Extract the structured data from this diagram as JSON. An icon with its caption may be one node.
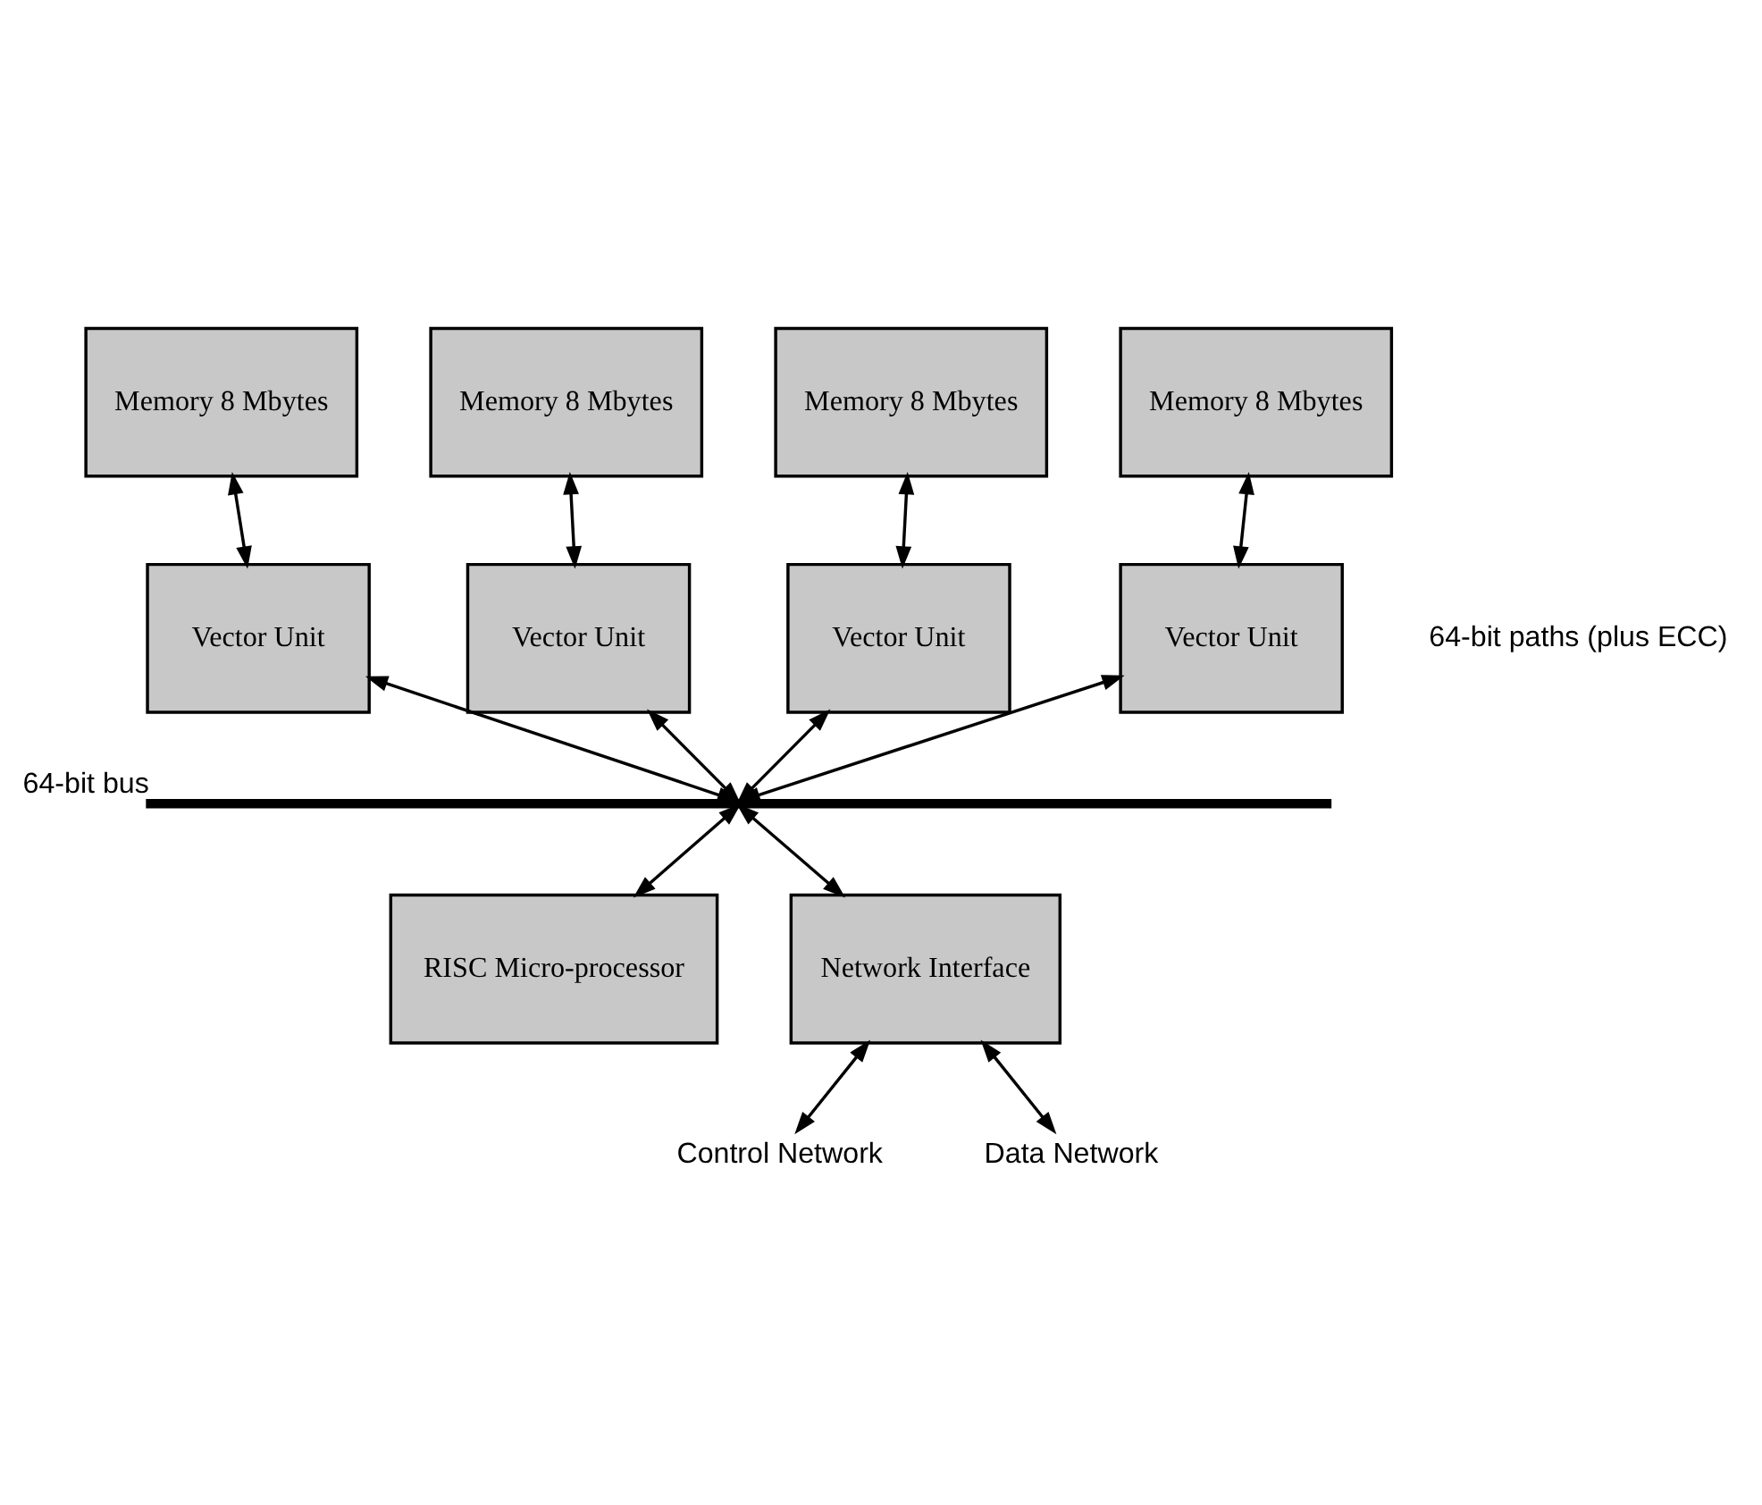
{
  "diagram": {
    "nodes": [
      {
        "text": [
          "Memory 8 Mbytes"
        ]
      },
      {
        "text": [
          "Memory 8 Mbytes"
        ]
      },
      {
        "text": [
          "Memory 8 Mbytes"
        ]
      },
      {
        "text": [
          "Memory 8 Mbytes"
        ]
      },
      {
        "text": [
          "Vector Unit"
        ]
      },
      {
        "text": [
          "Vector Unit"
        ]
      },
      {
        "text": [
          "Vector Unit"
        ]
      },
      {
        "text": [
          "Vector Unit"
        ]
      },
      {
        "text": [],
        "shape": "bar",
        "beside": [
          "64-bit bus"
        ]
      },
      {
        "text": [
          "RISC Micro-processor"
        ]
      },
      {
        "text": [
          "Network Interface"
        ]
      },
      {
        "text": [
          "Control Network"
        ]
      },
      {
        "text": [
          "Data Network"
        ]
      }
    ],
    "edges": [
      {
        "from": 0,
        "to": 4,
        "arrow": "both"
      },
      {
        "from": 1,
        "to": 5,
        "arrow": "both"
      },
      {
        "from": 2,
        "to": 6,
        "arrow": "both"
      },
      {
        "from": 3,
        "to": 7,
        "arrow": "both"
      },
      {
        "from": 4,
        "to": 8,
        "arrow": "both"
      },
      {
        "from": 5,
        "to": 8,
        "arrow": "both"
      },
      {
        "from": 6,
        "to": 8,
        "arrow": "both"
      },
      {
        "from": 7,
        "to": 8,
        "arrow": "both"
      },
      {
        "from": 8,
        "to": 9,
        "arrow": "both"
      },
      {
        "from": 8,
        "to": 10,
        "arrow": "both"
      },
      {
        "from": 10,
        "to": 11,
        "arrow": "both"
      },
      {
        "from": 10,
        "to": 12,
        "arrow": "both"
      }
    ],
    "labels": [
      "64-bit paths (plus ECC)"
    ]
  }
}
